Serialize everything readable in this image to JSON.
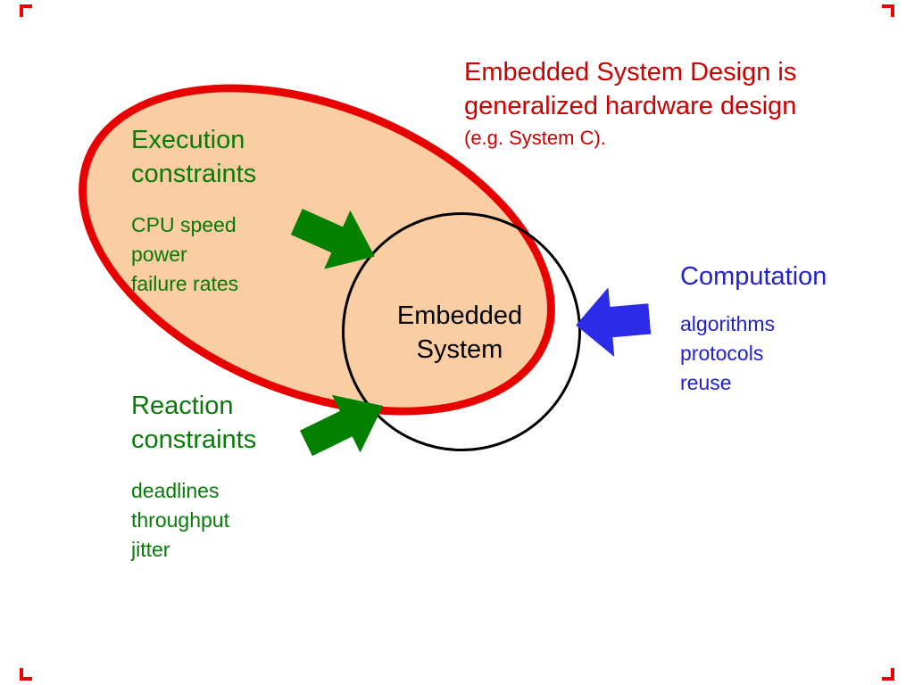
{
  "colors": {
    "ellipse_fill": "#FACDA2",
    "ellipse_border": "#E80000",
    "circle_border": "#000000",
    "green_text": "#077A07",
    "green_arrow": "#038000",
    "red_text": "#CC0000",
    "blue_text": "#2222CC",
    "blue_arrow": "#2B2BE8"
  },
  "title": {
    "heading": "Embedded System Design is\ngeneralized hardware design",
    "subheading": "(e.g. System C)."
  },
  "execution": {
    "heading": "Execution\nconstraints",
    "items": "CPU speed\npower\nfailure rates"
  },
  "reaction": {
    "heading": "Reaction\nconstraints",
    "items": "deadlines\nthroughput\njitter"
  },
  "computation": {
    "heading": "Computation",
    "items": "algorithms\nprotocols\nreuse"
  },
  "center": {
    "label": "Embedded\nSystem"
  },
  "icons": {
    "execution_arrow": "arrow-pointing-down-right",
    "reaction_arrow": "arrow-pointing-up-right",
    "computation_arrow": "arrow-pointing-left"
  }
}
